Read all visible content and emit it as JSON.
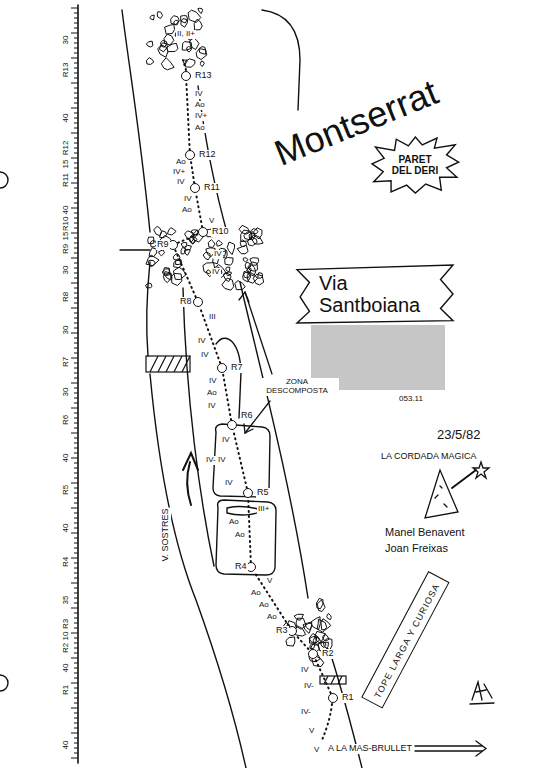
{
  "diagram": {
    "title": "Montserrat",
    "nodes": [
      {
        "text": [
          "PARET DEL DERI"
        ]
      },
      {
        "text": [
          "Via Santboiana"
        ]
      },
      {
        "text": [
          "R13"
        ]
      },
      {
        "text": [
          "R12"
        ]
      },
      {
        "text": [
          "R11"
        ]
      },
      {
        "text": [
          "R10"
        ]
      },
      {
        "text": [
          "R9"
        ]
      },
      {
        "text": [
          "R8"
        ]
      },
      {
        "text": [
          "R7"
        ]
      },
      {
        "text": [
          "R6"
        ]
      },
      {
        "text": [
          "R5"
        ]
      },
      {
        "text": [
          "R4"
        ]
      },
      {
        "text": [
          "R3"
        ]
      },
      {
        "text": [
          "R2"
        ]
      },
      {
        "text": [
          "R1"
        ]
      },
      {
        "text": [
          "TOPE LARGA Y CURIOSA"
        ]
      }
    ],
    "edges": [
      {
        "from": 14,
        "to": 13,
        "arrow": "none"
      },
      {
        "from": 13,
        "to": 12,
        "arrow": "none"
      },
      {
        "from": 12,
        "to": 11,
        "arrow": "none"
      },
      {
        "from": 11,
        "to": 10,
        "arrow": "none"
      },
      {
        "from": 10,
        "to": 9,
        "arrow": "none"
      },
      {
        "from": 9,
        "to": 8,
        "arrow": "none"
      },
      {
        "from": 8,
        "to": 7,
        "arrow": "none"
      },
      {
        "from": 7,
        "to": 6,
        "arrow": "none"
      },
      {
        "from": 6,
        "to": 5,
        "arrow": "none"
      },
      {
        "from": 5,
        "to": 4,
        "arrow": "none"
      },
      {
        "from": 4,
        "to": 3,
        "arrow": "none"
      },
      {
        "from": 3,
        "to": 2,
        "arrow": "none"
      }
    ],
    "labels": [
      "30",
      "R13",
      "40",
      "R12",
      "15",
      "R11",
      "40",
      "R10",
      "15",
      "R9",
      "30",
      "R8",
      "30",
      "R7",
      "30",
      "R6",
      "40",
      "R5",
      "40",
      "R4",
      "35",
      "R3",
      "10",
      "R2",
      "40",
      "R1",
      "40",
      "II, II+",
      "IV",
      "Ao",
      "IV+",
      "Ao",
      "Ao",
      "IV+",
      "IV",
      "IV",
      "Ao",
      "V",
      "IV",
      "IV",
      "III",
      "IV",
      "IV",
      "IV",
      "Ao",
      "IV",
      "IV",
      "IV- IV",
      "IV",
      "III+",
      "Ao",
      "Ao",
      "V",
      "Ao",
      "Ao",
      "Ao",
      "IV",
      "IV-",
      "IV-",
      "V",
      "V",
      "ZONA DESCOMPOSTA",
      "V. SOSTRES",
      "A LA MAS-BRULLET",
      "053.11",
      "23/5/82",
      "LA CORDADA MAGICA",
      "Manel Benavent",
      "Joan Freixas"
    ]
  }
}
